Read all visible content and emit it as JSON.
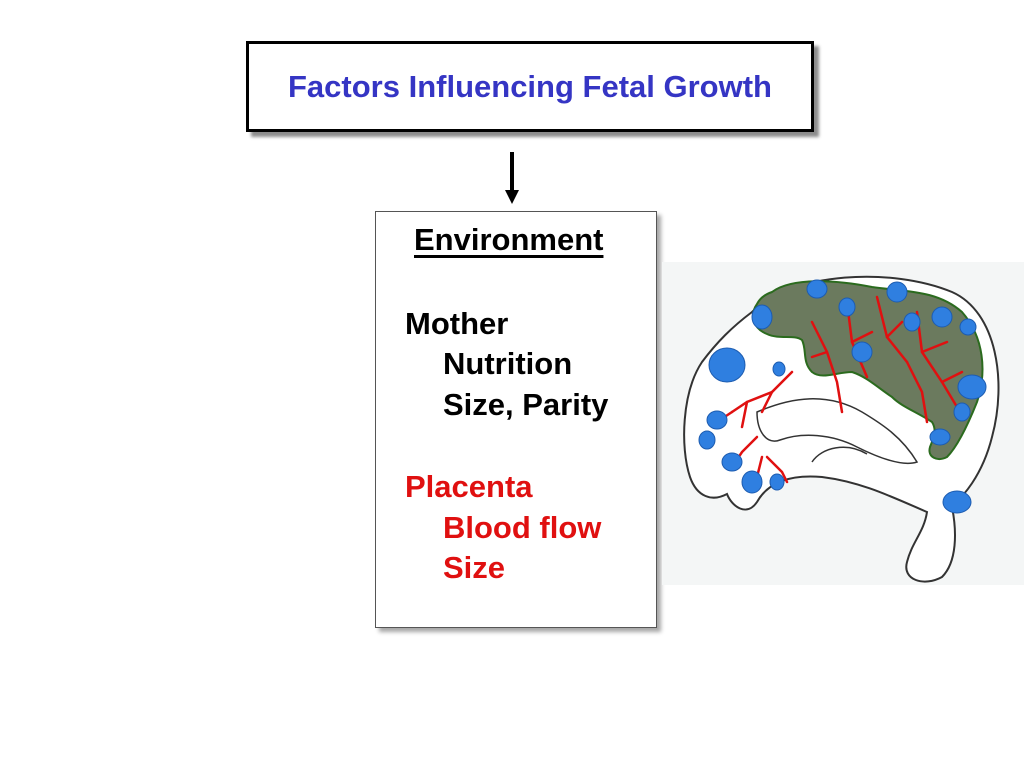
{
  "title": "Factors Influencing Fetal Growth",
  "environment": {
    "heading": "Environment",
    "mother": {
      "label": "Mother",
      "items": [
        "Nutrition",
        "Size, Parity"
      ]
    },
    "placenta": {
      "label": "Placenta",
      "items": [
        "Blood flow",
        "Size"
      ]
    }
  },
  "colors": {
    "title": "#3535c4",
    "placenta": "#e01010",
    "fetus": "#6b7a5e",
    "cotyledon": "#2f7fe0",
    "vessel": "#e01010"
  },
  "illustration": {
    "icon": "fetus-placenta-illustration-icon"
  }
}
